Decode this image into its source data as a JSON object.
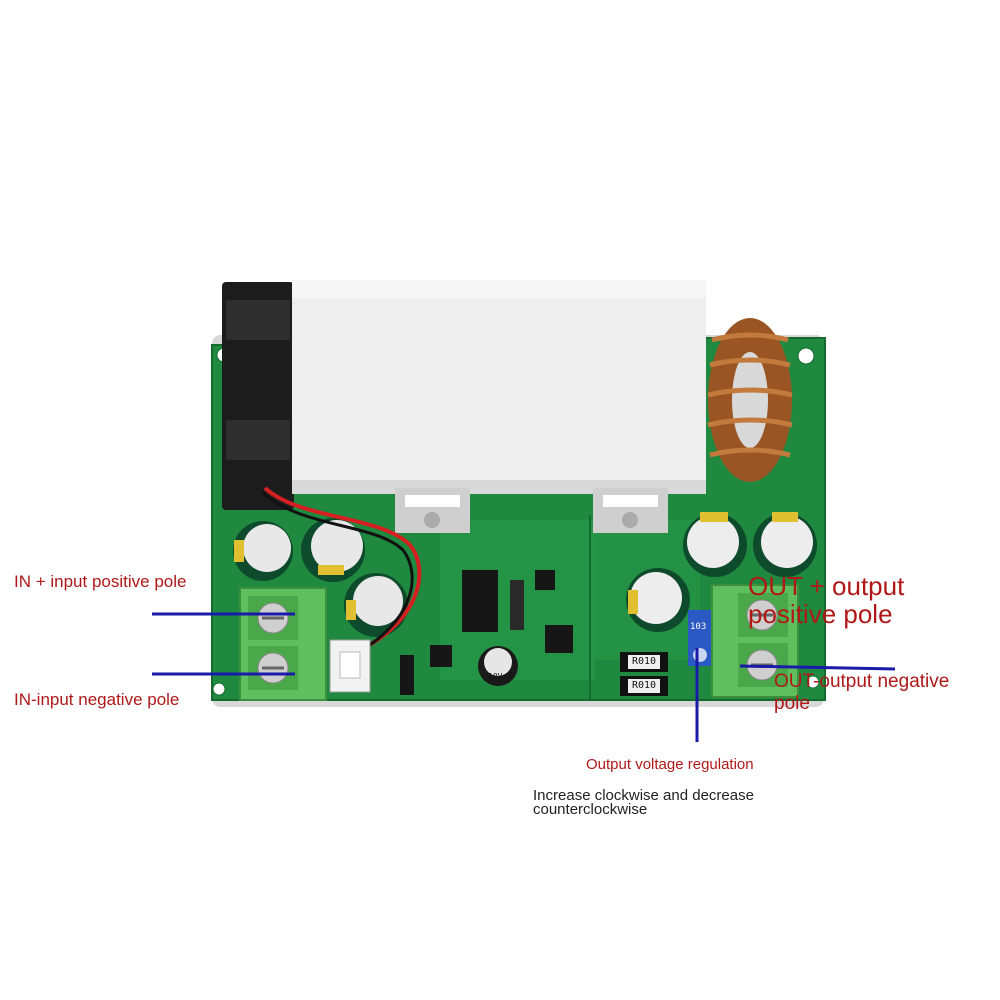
{
  "labels": {
    "in_positive": "IN + input positive pole",
    "in_negative": "IN-input negative pole",
    "out_positive_line1": "OUT + output",
    "out_positive_line2": "positive pole",
    "out_negative_line1": "OUT-output negative",
    "out_negative_line2": "pole",
    "regulation_title": "Output voltage regulation",
    "regulation_note_line1": "Increase clockwise and decrease",
    "regulation_note_line2": "counterclockwise"
  },
  "board_markings": {
    "resistor_1": "R010",
    "resistor_2": "R010",
    "trimpot": "103",
    "capacitor_small": "10V"
  },
  "colors": {
    "pcb": "#1f8a3f",
    "label_red": "#b01818",
    "pointer_blue": "#1a1aa8",
    "terminal_green": "#5fbf5f",
    "heatsink": "#eeeeee"
  }
}
